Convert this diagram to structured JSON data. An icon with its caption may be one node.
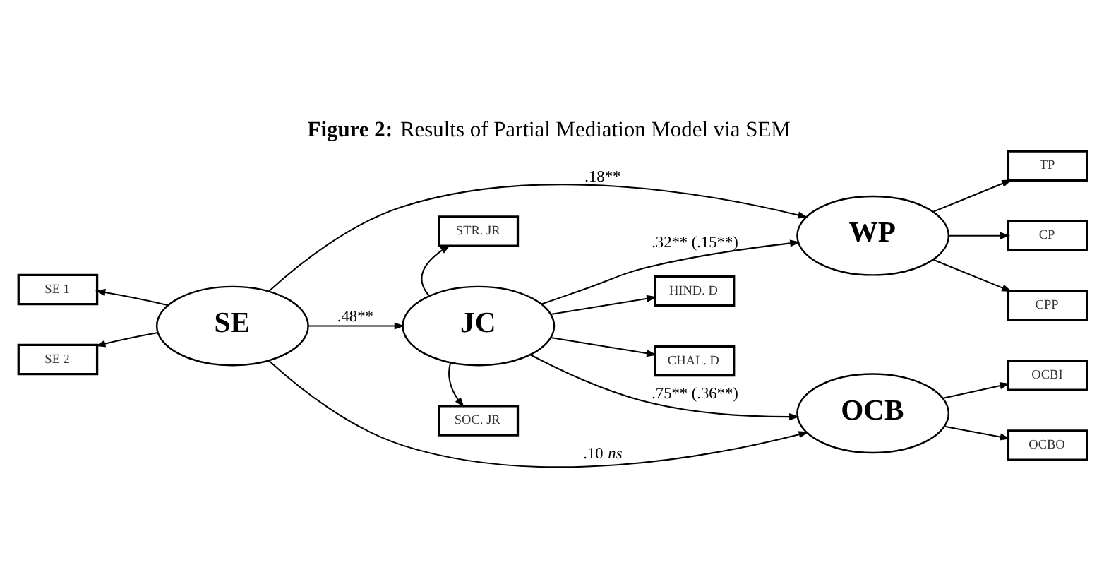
{
  "diagram": {
    "title": "**Figure 2:** Results of Partial Mediation Model via SEM",
    "nodes": [
      {
        "text": [
          "SE 1"
        ]
      },
      {
        "text": [
          "SE 2"
        ]
      },
      {
        "text": [
          "SE"
        ]
      },
      {
        "text": [
          "STR. JR"
        ]
      },
      {
        "text": [
          "HIND. D"
        ]
      },
      {
        "text": [
          "JC"
        ]
      },
      {
        "text": [
          "SOC. JR"
        ]
      },
      {
        "text": [
          "CHAL. D"
        ]
      },
      {
        "text": [
          "WP"
        ]
      },
      {
        "text": [
          "TP"
        ]
      },
      {
        "text": [
          "CP"
        ]
      },
      {
        "text": [
          "CPP"
        ]
      },
      {
        "text": [
          "OCB"
        ]
      },
      {
        "text": [
          "OCBI"
        ]
      },
      {
        "text": [
          "OCBO"
        ]
      }
    ],
    "edges": [
      {
        "from": 2,
        "to": 0,
        "arrow": "to"
      },
      {
        "from": 2,
        "to": 1,
        "arrow": "to"
      },
      {
        "from": 2,
        "to": 8,
        "arrow": "to",
        "label": ".18**"
      },
      {
        "from": 2,
        "to": 5,
        "arrow": "to",
        "label": ".48**"
      },
      {
        "from": 2,
        "to": 12,
        "arrow": "to",
        "label": ".10 *ns*"
      },
      {
        "from": 5,
        "to": 3,
        "arrow": "to"
      },
      {
        "from": 5,
        "to": 4,
        "arrow": "to"
      },
      {
        "from": 5,
        "to": 6,
        "arrow": "to"
      },
      {
        "from": 5,
        "to": 7,
        "arrow": "to"
      },
      {
        "from": 5,
        "to": 8,
        "arrow": "to",
        "label": ".32** (.15**)"
      },
      {
        "from": 5,
        "to": 12,
        "arrow": "to",
        "label": ".75** (.36**)"
      },
      {
        "from": 8,
        "to": 9,
        "arrow": "to"
      },
      {
        "from": 8,
        "to": 10,
        "arrow": "to"
      },
      {
        "from": 8,
        "to": 11,
        "arrow": "to"
      },
      {
        "from": 12,
        "to": 13,
        "arrow": "to"
      },
      {
        "from": 12,
        "to": 14,
        "arrow": "to"
      }
    ]
  }
}
